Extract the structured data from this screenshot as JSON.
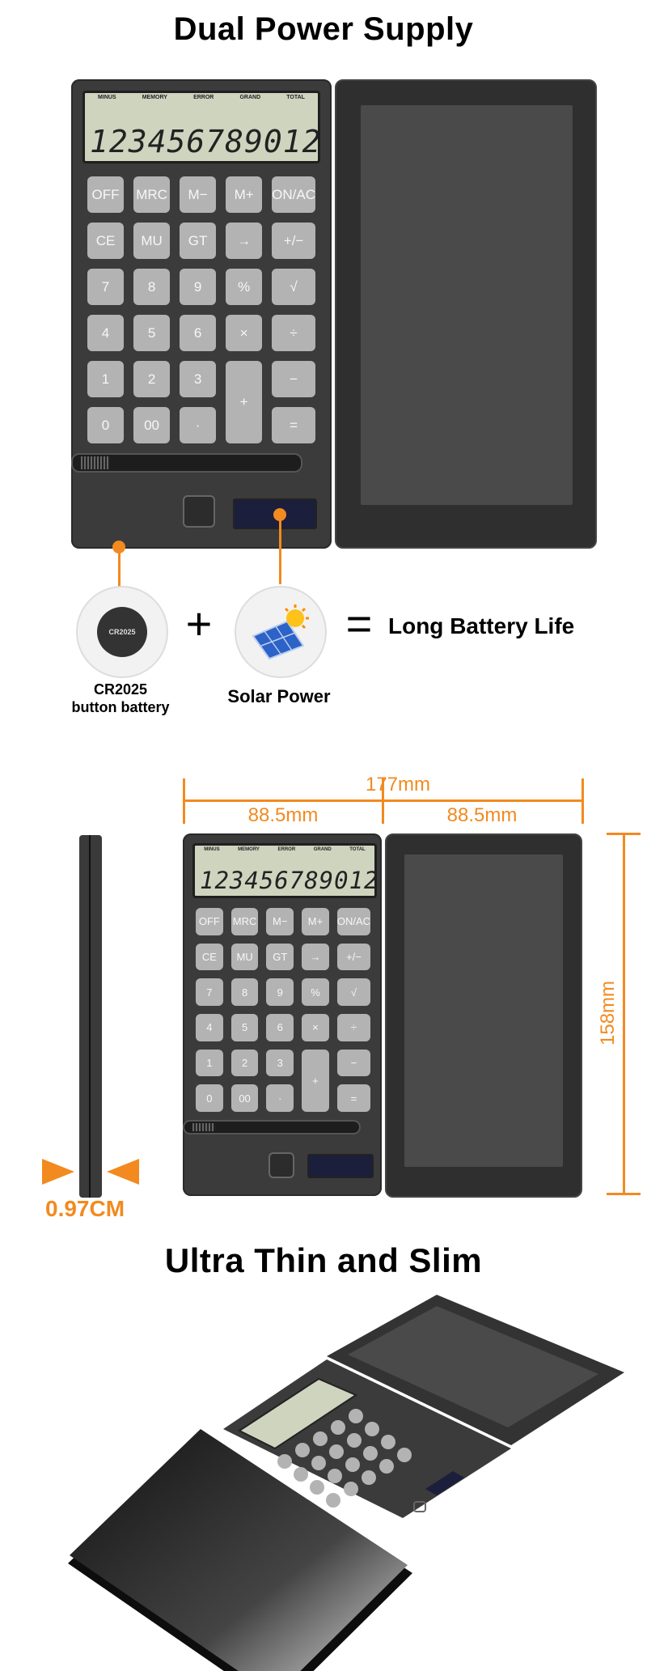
{
  "sections": {
    "dual_title": "Dual Power Supply",
    "slim_title": "Ultra Thin and Slim"
  },
  "calculator": {
    "lcd_indicators": [
      "MINUS",
      "MEMORY",
      "ERROR",
      "GRAND",
      "TOTAL"
    ],
    "lcd_display": "123456789012",
    "keys": [
      [
        "OFF",
        "MRC",
        "M−",
        "M+",
        "ON/AC"
      ],
      [
        "CE",
        "MU",
        "GT",
        "→",
        "+/−"
      ],
      [
        "7",
        "8",
        "9",
        "%",
        "√"
      ],
      [
        "4",
        "5",
        "6",
        "×",
        "÷"
      ],
      [
        "1",
        "2",
        "3",
        "+",
        "−"
      ],
      [
        "0",
        "00",
        "·",
        "",
        "="
      ]
    ]
  },
  "power": {
    "battery_label": "CR2025",
    "battery_sub": "button battery",
    "battery_coin_text": "CR2025",
    "plus_sign": "+",
    "solar_label": "Solar Power",
    "equals_sign": "=",
    "result": "Long Battery Life"
  },
  "dimensions": {
    "total_width": "177mm",
    "half_left": "88.5mm",
    "half_right": "88.5mm",
    "height": "158mm",
    "thickness": "0.97CM"
  },
  "colors": {
    "accent": "#f28a1f",
    "device_body": "#3b3b3b",
    "key": "#b3b3b3",
    "lcd": "#cfd4bf"
  }
}
